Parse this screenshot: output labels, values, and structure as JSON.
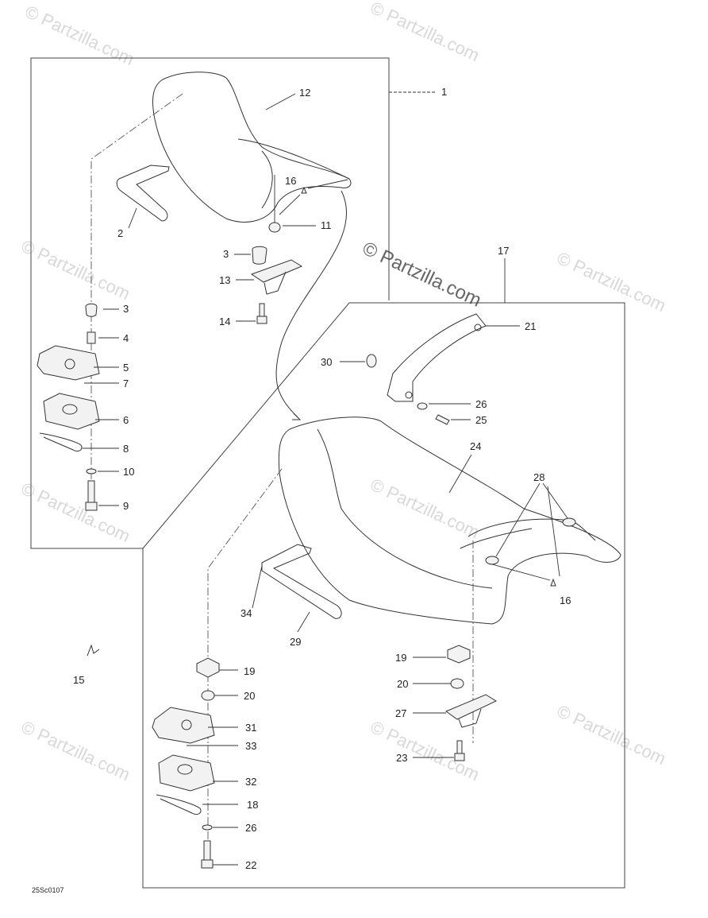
{
  "diagram": {
    "drawing_code": "25Sc0107",
    "watermarks": [
      "© Partzilla.com",
      "© Partzilla.com",
      "© Partzilla.com",
      "© Partzilla.com",
      "© Partzilla.com",
      "© Partzilla.com",
      "© Partzilla.com",
      "© Partzilla.com",
      "© Partzilla.com"
    ],
    "watermark_main": "© Partzilla.com",
    "callouts": {
      "c1": "1",
      "c2": "2",
      "c3a": "3",
      "c3b": "3",
      "c4": "4",
      "c5": "5",
      "c6": "6",
      "c7": "7",
      "c8": "8",
      "c9": "9",
      "c10": "10",
      "c11": "11",
      "c12": "12",
      "c13": "13",
      "c14": "14",
      "c15": "15",
      "c16a": "16",
      "c16b": "16",
      "c17": "17",
      "c18": "18",
      "c19a": "19",
      "c19b": "19",
      "c20a": "20",
      "c20b": "20",
      "c21": "21",
      "c22": "22",
      "c23": "23",
      "c24": "24",
      "c25": "25",
      "c26a": "26",
      "c26b": "26",
      "c27": "27",
      "c28": "28",
      "c29": "29",
      "c30": "30",
      "c31": "31",
      "c32": "32",
      "c33": "33",
      "c34": "34"
    }
  }
}
